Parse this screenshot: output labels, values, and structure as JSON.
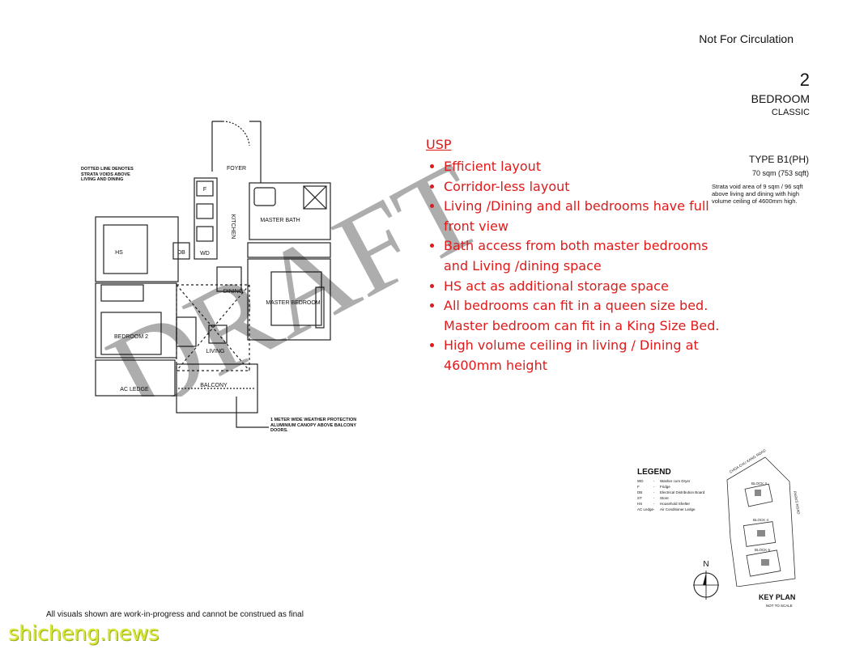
{
  "header": {
    "circulation": "Not For Circulation",
    "bedroom_count": "2",
    "bedroom_label": "BEDROOM",
    "variant": "CLASSIC",
    "type": "TYPE B1(PH)",
    "area": "70 sqm  (753 sqft)",
    "strata_note": "Strata void area of 9 sqm / 96 sqft above living and dining with high volume ceiling of 4600mm high."
  },
  "usp": {
    "title": "USP",
    "items": [
      "Efficient layout",
      "Corridor-less layout",
      "Living /Dining and all bedrooms have full front view",
      "Bath access from both master bedrooms and Living /dining space",
      "HS act as additional storage space",
      "All bedrooms can fit in a queen size bed. Master bedroom can fit in a King Size Bed.",
      "High volume ceiling in living / Dining at 4600mm height"
    ]
  },
  "watermark": "DRAFT",
  "floor_plan": {
    "rooms": {
      "foyer": "FOYER",
      "kitchen": "KITCHEN",
      "master_bath": "MASTER BATH",
      "hs": "HS",
      "db": "DB",
      "wd": "WD",
      "f": "F",
      "dining": "DINING",
      "master_bedroom": "MASTER BEDROOM",
      "bedroom2": "BEDROOM  2",
      "living": "LIVING",
      "ac_ledge": "AC  LEDGE",
      "balcony": "BALCONY"
    },
    "notes": {
      "dotted": "DOTTED LINE DENOTES STRATA VOIDS ABOVE LIVING AND DINING",
      "canopy": "1 METER WIDE WEATHER PROTECTION ALUMINIUM CANOPY ABOVE BALCONY DOORS."
    }
  },
  "legend": {
    "title": "LEGEND",
    "items": [
      {
        "key": "WD",
        "desc": "Washer cum Dryer"
      },
      {
        "key": "F",
        "desc": "Fridge"
      },
      {
        "key": "DB",
        "desc": "Electrical Distribution Board"
      },
      {
        "key": "ST",
        "desc": "Store"
      },
      {
        "key": "HS",
        "desc": "Household Shelter"
      },
      {
        "key": "AC Ledge",
        "desc": "Air Conditioner Ledge"
      }
    ]
  },
  "keyplan": {
    "label": "KEY PLAN",
    "sub": "NOT TO SCALE",
    "road_top": "CHOA CHU KANG ROAD",
    "road_right": "PARKS ROAD",
    "north": "N",
    "blocks": [
      "BLOCK 2",
      "BLOCK 4",
      "BLOCK 6"
    ]
  },
  "footer": {
    "disclaimer": "All visuals shown are work-in-progress and cannot be construed as final",
    "site": "shicheng.news"
  }
}
